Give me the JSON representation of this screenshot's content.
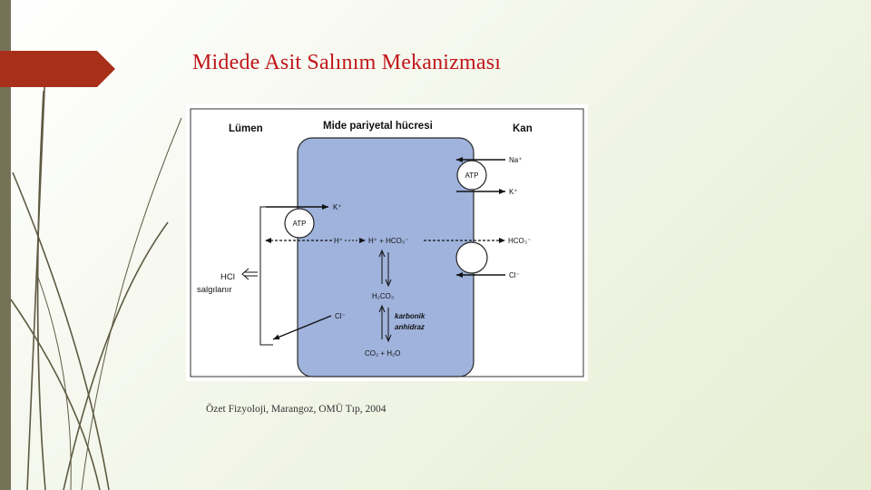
{
  "slide": {
    "title": "Midede Asit Salınım Mekanizması",
    "caption": "Özet Fizyoloji, Marangoz, OMÜ Tıp, 2004"
  },
  "colors": {
    "title": "#c0161a",
    "accent_arrow": "#a8301a",
    "left_bar": "#767258",
    "cell_fill": "#9fb3dc",
    "background": "#eef3df"
  },
  "diagram": {
    "headers": {
      "lumen": "Lümen",
      "cell": "Mide pariyetal hücresi",
      "blood": "Kan"
    },
    "atp_top": "ATP",
    "atp_left": "ATP",
    "na": "Na⁺",
    "k_blood": "K⁺",
    "k_lumen": "K⁺",
    "h_lumen": "H⁺",
    "reaction": "H⁺ + HCO₃⁻",
    "hco3_blood": "HCO₃⁻",
    "cl_blood": "Cl⁻",
    "h2co3": "H₂CO₃",
    "cl_inner": "Cl⁻",
    "enzyme_line1": "karbonik",
    "enzyme_line2": "anhidraz",
    "co2": "CO₂ + H₂O",
    "hcl_line1": "HCl",
    "hcl_line2": "salgılanır"
  }
}
